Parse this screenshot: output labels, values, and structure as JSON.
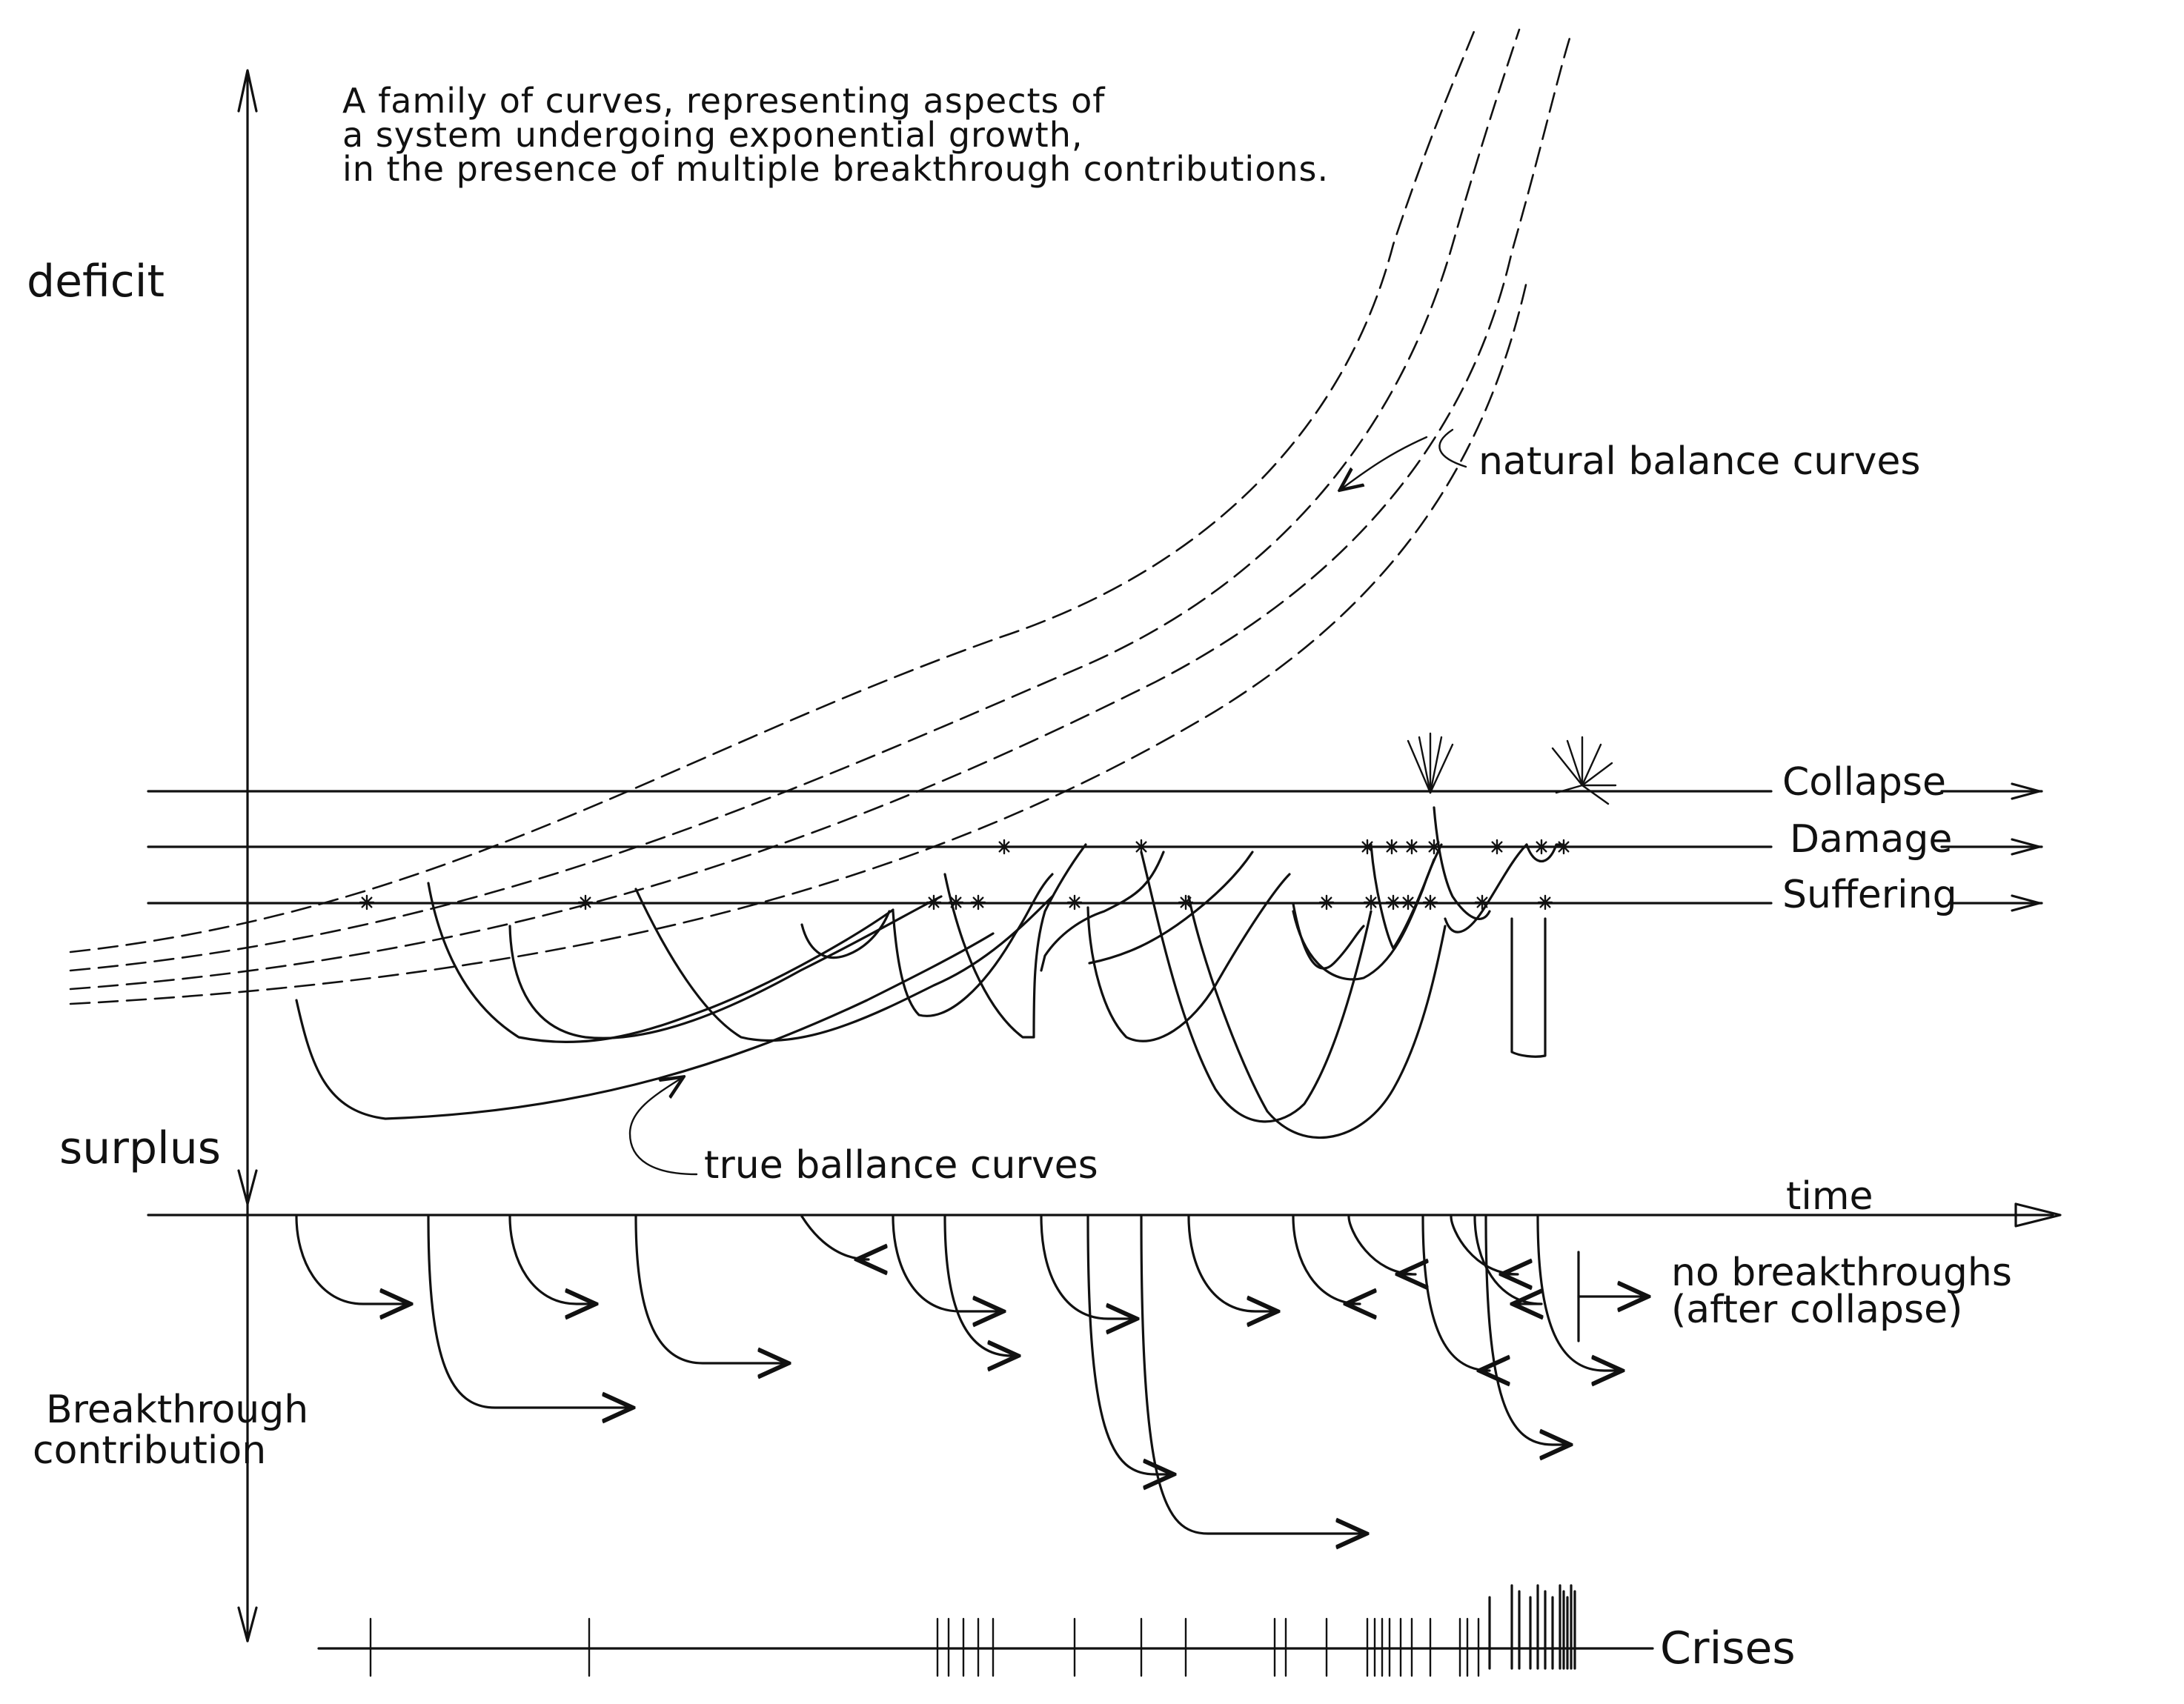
{
  "title_lines": [
    "A family of curves, representing aspects of",
    "a system undergoing exponential growth,",
    "in the presence of multiple breakthrough contributions."
  ],
  "axis_labels": {
    "deficit": "deficit",
    "surplus": "surplus",
    "breakthrough": [
      "Breakthrough",
      "contribution"
    ],
    "time": "time"
  },
  "threshold_labels": {
    "collapse": "Collapse",
    "damage": "Damage",
    "suffering": "Suffering"
  },
  "annotations": {
    "natural": "natural balance curves",
    "true": "true ballance curves",
    "no_breakthroughs": [
      "no breakthroughs",
      "(after collapse)"
    ],
    "crises": "Crises"
  }
}
